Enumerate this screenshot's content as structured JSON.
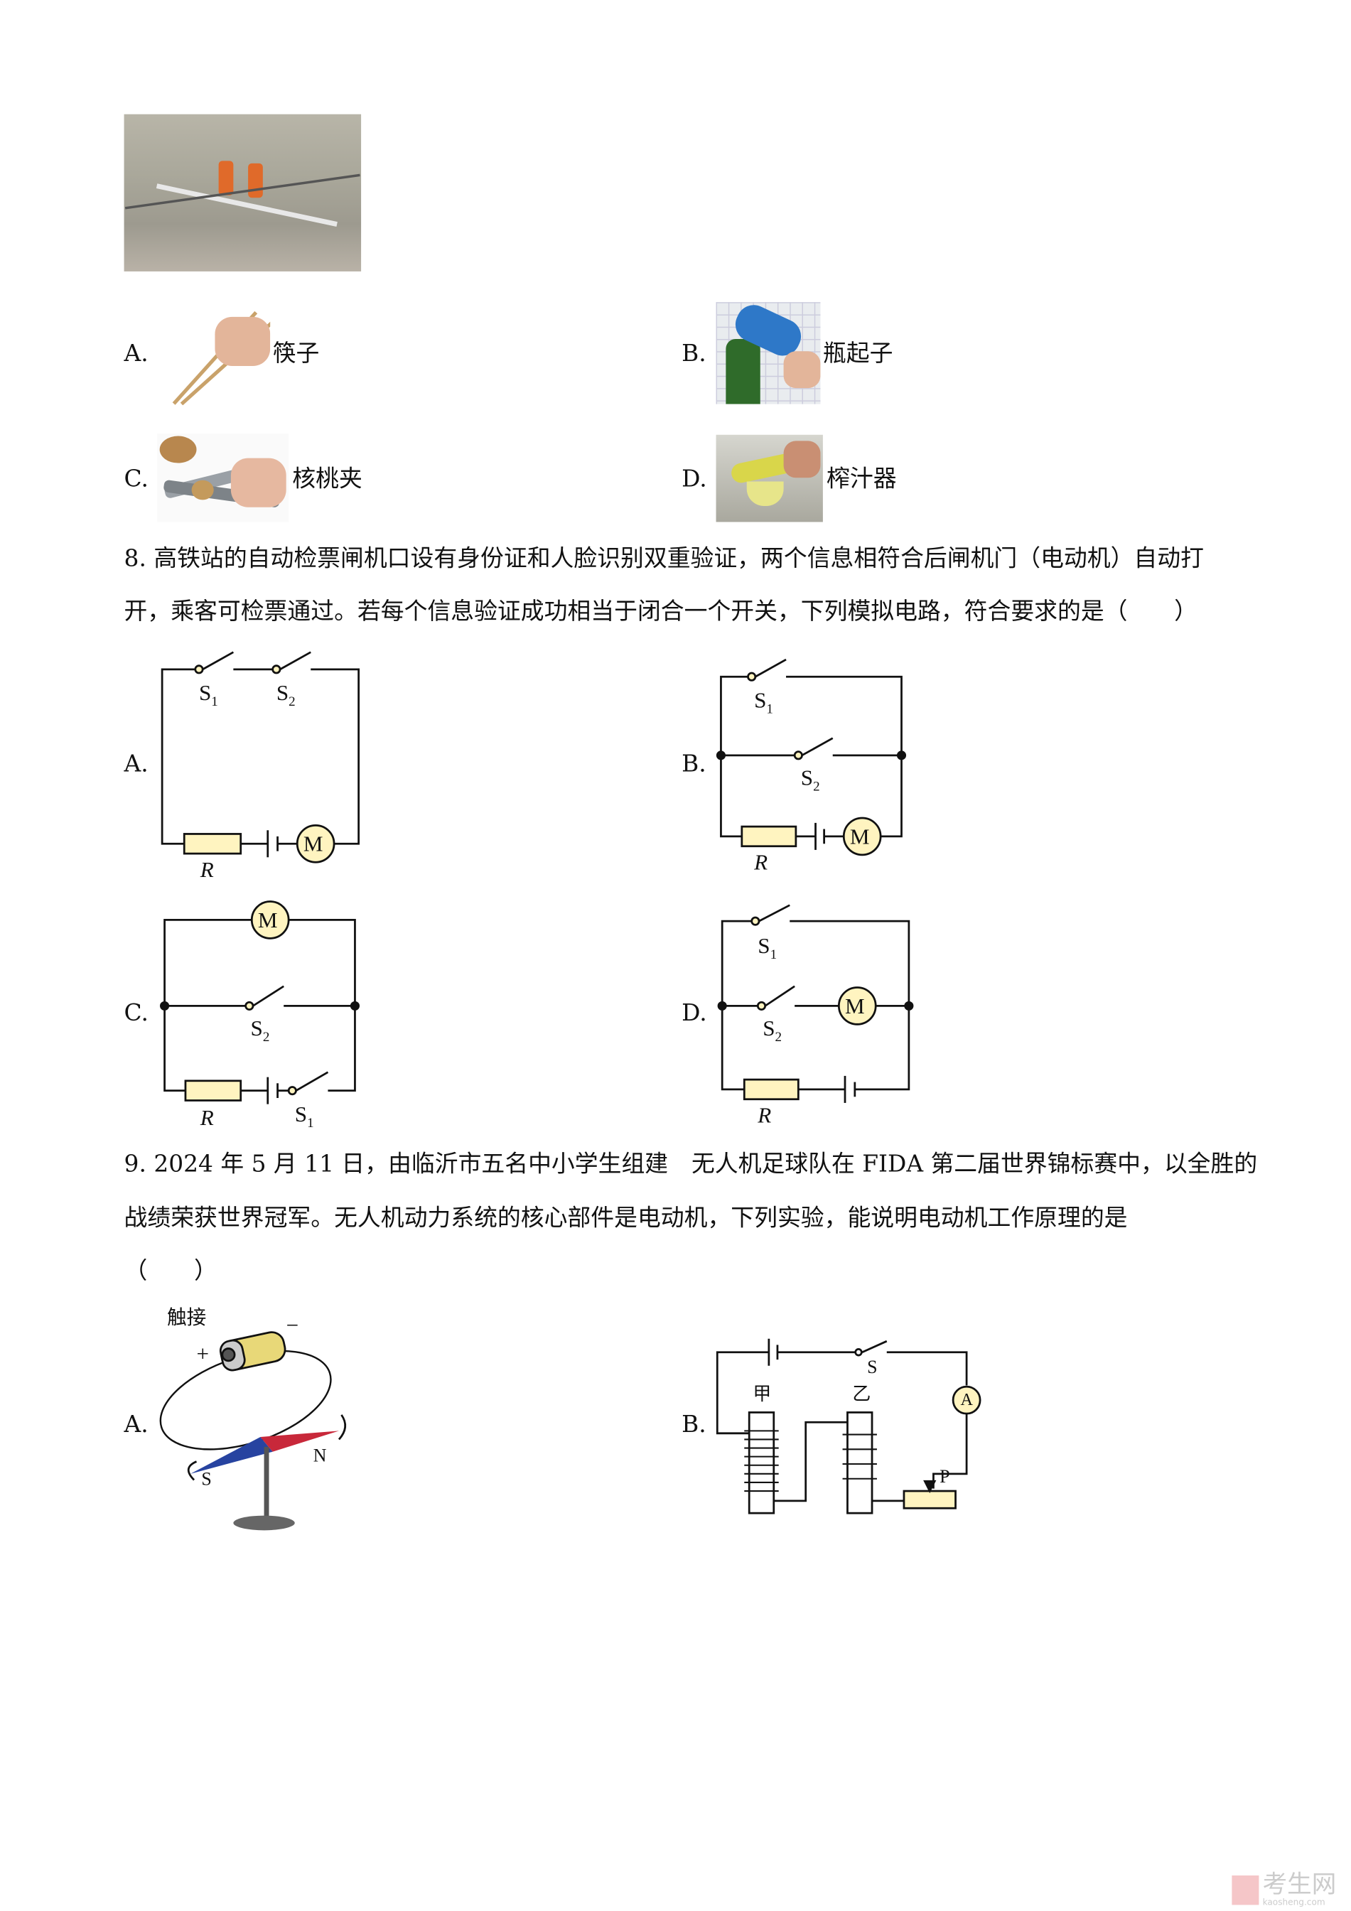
{
  "q7": {
    "options": [
      {
        "letter": "A.",
        "text": "筷子"
      },
      {
        "letter": "B.",
        "text": "瓶起子"
      },
      {
        "letter": "C.",
        "text": "核桃夹"
      },
      {
        "letter": "D.",
        "text": "榨汁器"
      }
    ]
  },
  "q8": {
    "line1": "8. 高铁站的自动检票闸机口设有身份证和人脸识别双重验证，两个信息相符合后闸机门（电动机）自动打",
    "line2": "开，乘客可检票通过。若每个信息验证成功相当于闭合一个开关，下列模拟电路，符合要求的是（　　）",
    "options": [
      "A.",
      "B.",
      "C.",
      "D."
    ],
    "symbols": {
      "s1": "S",
      "s2": "S",
      "sub1": "1",
      "sub2": "2",
      "r": "R",
      "m": "M"
    }
  },
  "q9": {
    "line1": "9. 2024 年 5 月 11 日，由临沂市五名中小学生组建　无人机足球队在 FIDA 第二届世界锦标赛中，以全胜的",
    "line2": "战绩荣获世界冠军。无人机动力系统的核心部件是电动机，下列实验，能说明电动机工作原理的是",
    "line3": "（　　）",
    "options": [
      "A.",
      "B."
    ],
    "a": {
      "touch": "触接",
      "plus": "+",
      "minus": "−",
      "s": "S",
      "n": "N"
    },
    "b": {
      "jia": "甲",
      "yi": "乙",
      "s": "S",
      "a": "A",
      "p": "P"
    }
  },
  "watermark": {
    "cn": "考生网",
    "en": "kaosheng.com"
  }
}
